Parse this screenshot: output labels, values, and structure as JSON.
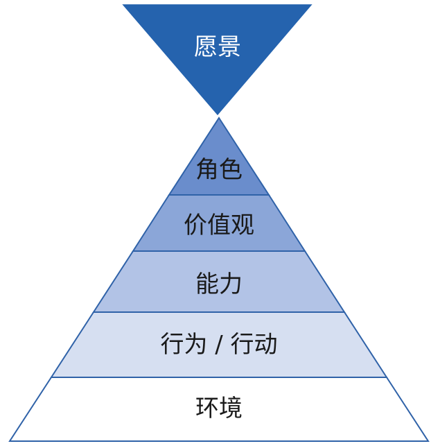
{
  "diagram": {
    "vision": "愿景",
    "levels": [
      "角色",
      "价值观",
      "能力",
      "行为 / 行动",
      "环境"
    ]
  },
  "colors": {
    "vision_fill": "#2563ae",
    "vision_text": "#ffffff",
    "level_fills": [
      "#6a8dcc",
      "#8ba6d8",
      "#b2c3e6",
      "#d6dff1",
      "#ffffff"
    ],
    "outline": "#2f62a8",
    "text": "#1a1a1a"
  }
}
